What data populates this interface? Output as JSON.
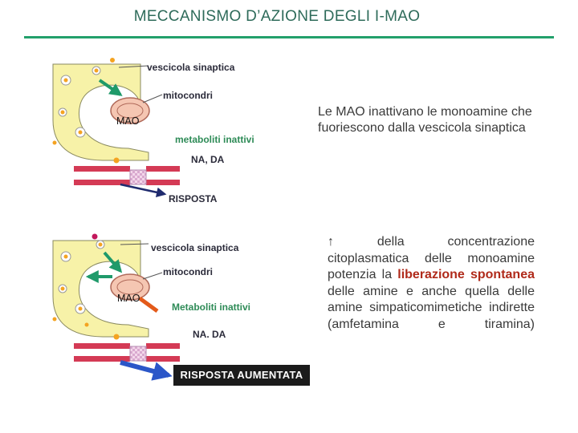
{
  "title": "MECCANISMO D’AZIONE DEGLI I-MAO",
  "panel_top": {
    "vesicle_label": "vescicola sinaptica",
    "mito_label": "mitocondri",
    "mao_label": "MAO",
    "metab_label": "metaboliti inattivi",
    "nada_label": "NA, DA",
    "response_label": "RISPOSTA"
  },
  "panel_bottom": {
    "vesicle_label": "vescicola sinaptica",
    "mito_label": "mitocondri",
    "mao_label": "MAO",
    "metab_label": "Metaboliti inattivi",
    "nada_label": "NA. DA",
    "response_label": "RISPOSTA AUMENTATA"
  },
  "text_top": "Le MAO inattivano le monoamine che fuoriescono dalla vescicola sinaptica",
  "text_bottom": {
    "arrow": "↑",
    "part1": "della concentrazione citoplasmatica delle monoamine potenzia la",
    "highlight": "liberazione spontanea",
    "part2": "delle amine e anche quella delle amine simpaticomimetiche indirette (amfetamina e tiramina)"
  },
  "colors": {
    "title": "#2e6b5a",
    "rule": "#22a06b",
    "terminal": "#f7f2a8",
    "mitochondrion": "#f5c6b2",
    "receptor": "#d43a55",
    "highlight": "#b02a1a",
    "response_box": "#1b1b1b"
  }
}
